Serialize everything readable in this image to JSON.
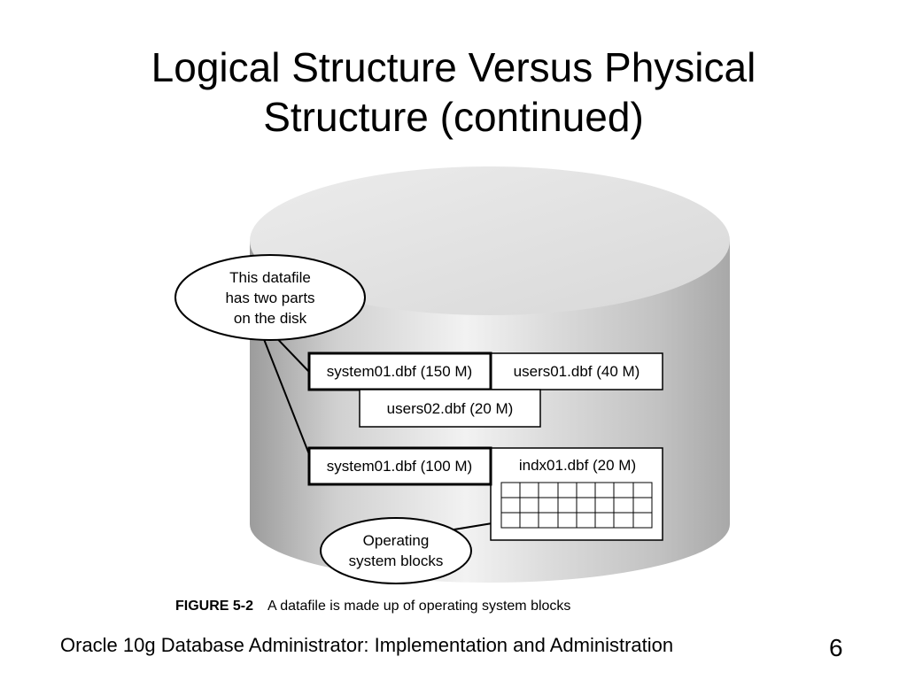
{
  "slide": {
    "title_line1": "Logical Structure Versus Physical",
    "title_line2": "Structure (continued)",
    "footer": "Oracle 10g Database Administrator: Implementation and Administration",
    "page_number": "6"
  },
  "figure": {
    "callout_top": [
      "This datafile",
      "has two parts",
      "on the disk"
    ],
    "callout_bottom": [
      "Operating",
      "system blocks"
    ],
    "files": {
      "system01_part1": "system01.dbf (150 M)",
      "users01": "users01.dbf (40 M)",
      "users02": "users02.dbf (20 M)",
      "system01_part2": "system01.dbf (100 M)",
      "indx01": "indx01.dbf (20 M)"
    },
    "caption_label": "FIGURE 5-2",
    "caption_text": "A datafile is made up of operating system blocks"
  }
}
